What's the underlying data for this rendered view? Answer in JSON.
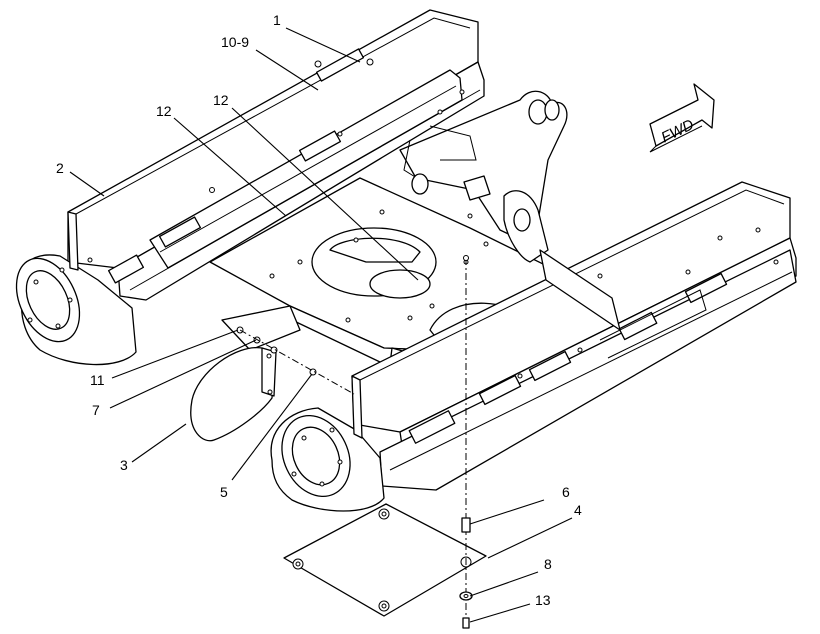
{
  "direction_arrow": {
    "text": "FWD"
  },
  "callouts": [
    {
      "id": "c1",
      "text": "1"
    },
    {
      "id": "c10",
      "text": "10-9"
    },
    {
      "id": "c12a",
      "text": "12"
    },
    {
      "id": "c12b",
      "text": "12"
    },
    {
      "id": "c2",
      "text": "2"
    },
    {
      "id": "c11",
      "text": "11"
    },
    {
      "id": "c7",
      "text": "7"
    },
    {
      "id": "c3",
      "text": "3"
    },
    {
      "id": "c5",
      "text": "5"
    },
    {
      "id": "c6",
      "text": "6"
    },
    {
      "id": "c4",
      "text": "4"
    },
    {
      "id": "c8",
      "text": "8"
    },
    {
      "id": "c13",
      "text": "13"
    }
  ]
}
